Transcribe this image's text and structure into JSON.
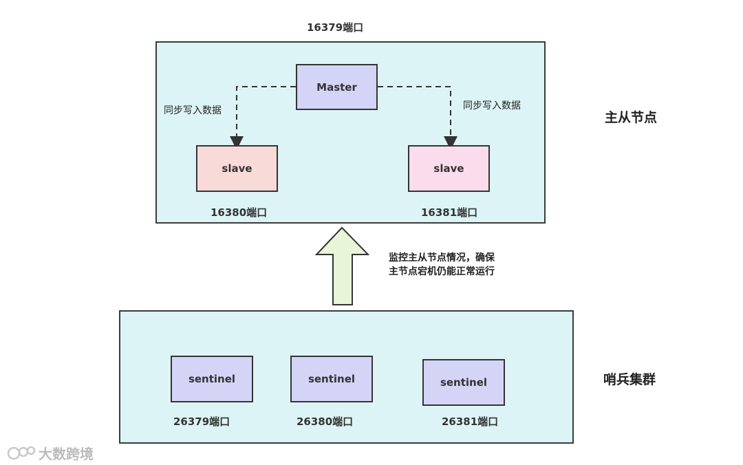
{
  "master_cluster": {
    "top_port": "16379端口",
    "side_label": "主从节点",
    "master": "Master",
    "slave_left": "slave",
    "slave_right": "slave",
    "port_left": "16380端口",
    "port_right": "16381端口",
    "sync_left": "同步写入数据",
    "sync_right": "同步写入数据"
  },
  "monitor_note": {
    "line1": "监控主从节点情况，确保",
    "line2": "主节点宕机仍能正常运行"
  },
  "sentinel_cluster": {
    "side_label": "哨兵集群",
    "nodes": [
      {
        "label": "sentinel",
        "port": "26379端口"
      },
      {
        "label": "sentinel",
        "port": "26380端口"
      },
      {
        "label": "sentinel",
        "port": "26381端口"
      }
    ]
  },
  "watermark": "大数跨境",
  "colors": {
    "cluster_bg": "#dcf4f5",
    "master_fill": "#d4d4f7",
    "slave_left_fill": "#f8dad8",
    "slave_right_fill": "#fbdcec",
    "sentinel_fill": "#d4d4f7",
    "arrow_fill": "#e8f5d8"
  }
}
